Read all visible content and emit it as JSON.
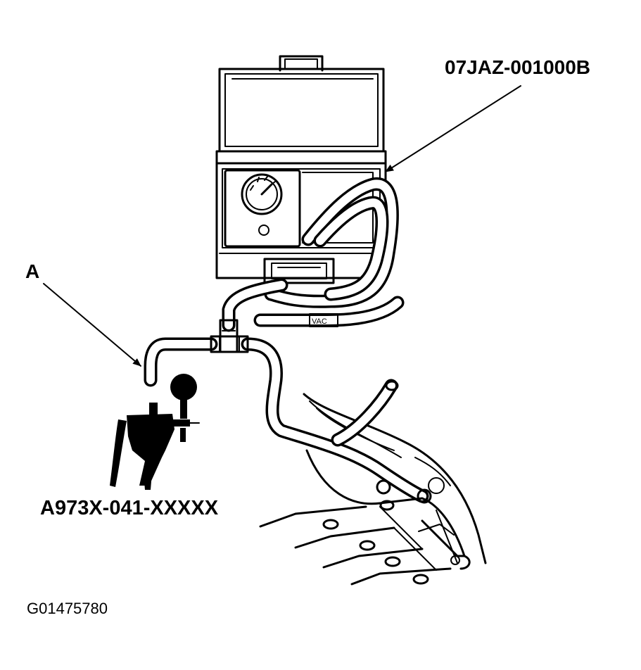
{
  "labels": {
    "tester_part_number": "07JAZ-001000B",
    "hose_callout": "A",
    "pump_part_number": "A973X-041-XXXXX",
    "figure_id": "G01475780",
    "gauge_tag": "VAC"
  },
  "colors": {
    "line": "#000000",
    "background": "#ffffff"
  }
}
